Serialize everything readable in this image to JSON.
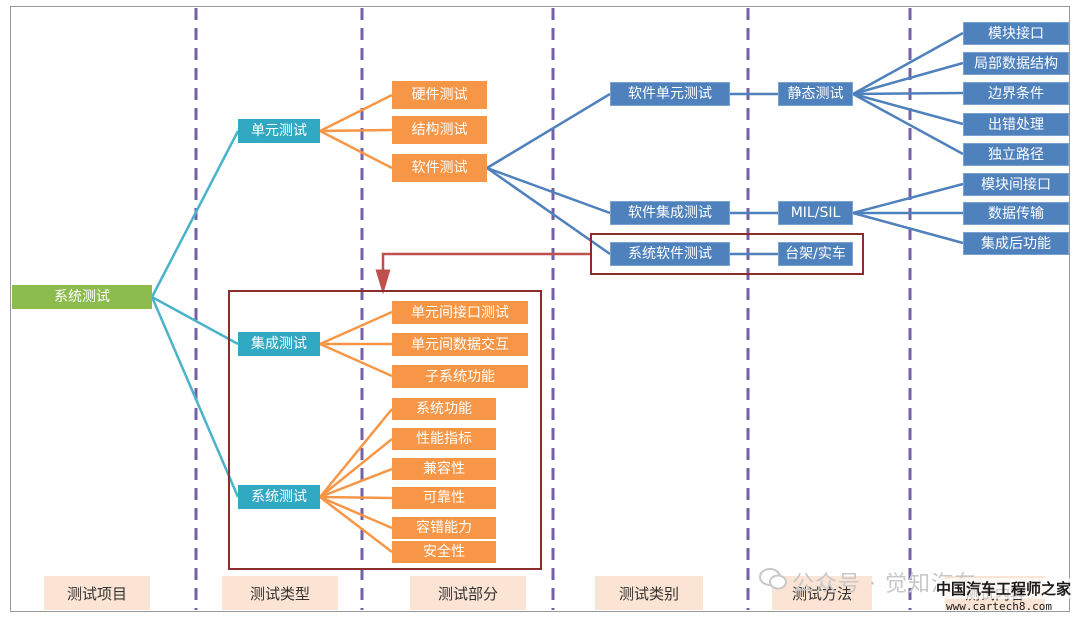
{
  "root": "系统测试",
  "level2": [
    "单元测试",
    "集成测试",
    "系统测试"
  ],
  "unit_parts": [
    "硬件测试",
    "结构测试",
    "软件测试"
  ],
  "integration_parts": [
    "单元间接口测试",
    "单元间数据交互",
    "子系统功能"
  ],
  "system_parts": [
    "系统功能",
    "性能指标",
    "兼容性",
    "可靠性",
    "容错能力",
    "安全性"
  ],
  "software_categories": [
    "软件单元测试",
    "软件集成测试",
    "系统软件测试"
  ],
  "methods": [
    "静态测试",
    "MIL/SIL",
    "台架/实车"
  ],
  "static_contents": [
    "模块接口",
    "局部数据结构",
    "边界条件",
    "出错处理",
    "独立路径"
  ],
  "mil_contents": [
    "模块间接口",
    "数据传输",
    "集成后功能"
  ],
  "footer": [
    "测试项目",
    "测试类型",
    "测试部分",
    "测试类别",
    "测试方法",
    "测试内容"
  ],
  "colors": {
    "green": "#8cbc4e",
    "teal": "#32a9c3",
    "orange": "#f79646",
    "blue": "#4f81bd",
    "footer_bg": "#fbe4d3",
    "highlight": "#8b2d2d",
    "divider": "#7560a6"
  },
  "watermark": {
    "text": "公众号 · 觉知汽车",
    "icon": "wechat-icon",
    "logo_title": "中国汽车工程师之家",
    "logo_url": "www.cartech8.com"
  }
}
